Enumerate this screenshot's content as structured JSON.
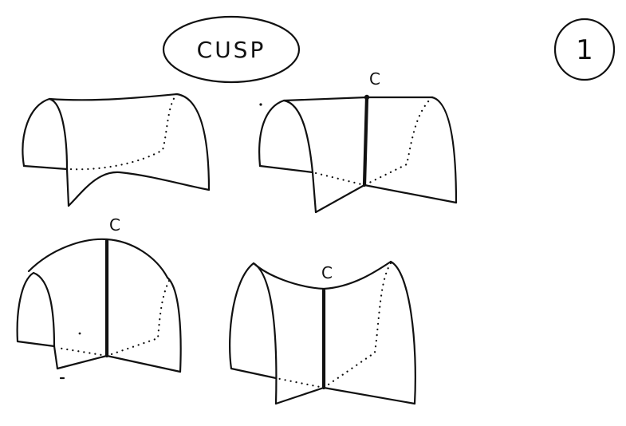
{
  "title": "CUSP",
  "page_number": "1",
  "figures": [
    {
      "cusp_label": ""
    },
    {
      "cusp_label": "C"
    },
    {
      "cusp_label": "C"
    },
    {
      "cusp_label": "C"
    }
  ]
}
